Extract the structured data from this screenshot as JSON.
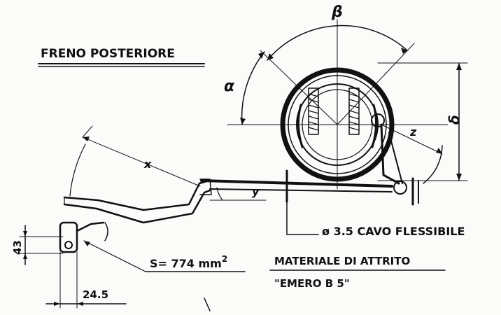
{
  "title": "FRENO POSTERIORE",
  "labels": {
    "beta": "β",
    "alpha": "α",
    "x": "x",
    "y": "y",
    "z": "z",
    "delta": "δ",
    "d43": "43",
    "d245": "24.5",
    "area": "S= 774 mm",
    "area_exp": "2",
    "cable": "ø 3.5 CAVO FLESSIBILE",
    "material1": "MATERIALE DI ATTRITO",
    "material2": "\"EMERO B 5\""
  }
}
